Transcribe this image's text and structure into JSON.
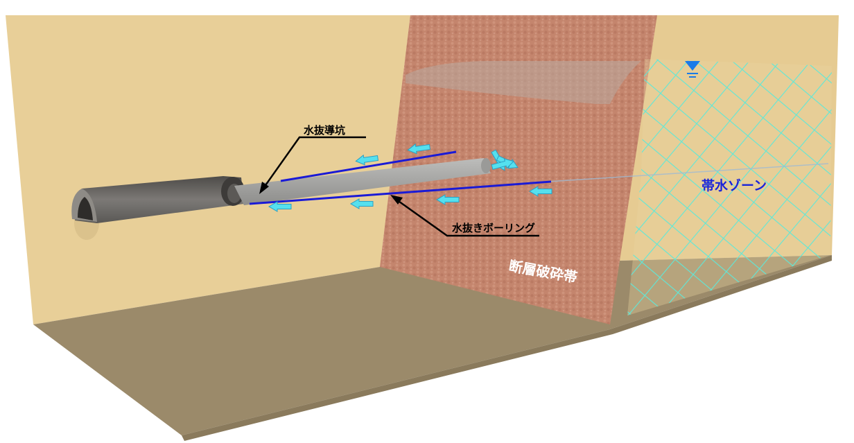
{
  "labels": {
    "drainage_adit": "水抜導坑",
    "drainage_boring": "水抜きボーリング",
    "fault_zone": "断層破砕帯",
    "aquifer_zone": "帯水ゾーン"
  },
  "icons": {
    "water_table": "water-table-triangle",
    "flow_arrow": "flow-arrow"
  },
  "colors": {
    "ground": "#e8cf98",
    "ground_floor": "#9b8a6a",
    "fault": "#c98a72",
    "tunnel": "#6f6c68",
    "boring_pipe": "#a8a8a6",
    "boring_line": "#1a1ad6",
    "water_flow": "#55e0ee",
    "aquifer_grid": "#5ee8d8",
    "aquifer_label": "#1a24d9",
    "water_table": "#1a7ae8"
  }
}
